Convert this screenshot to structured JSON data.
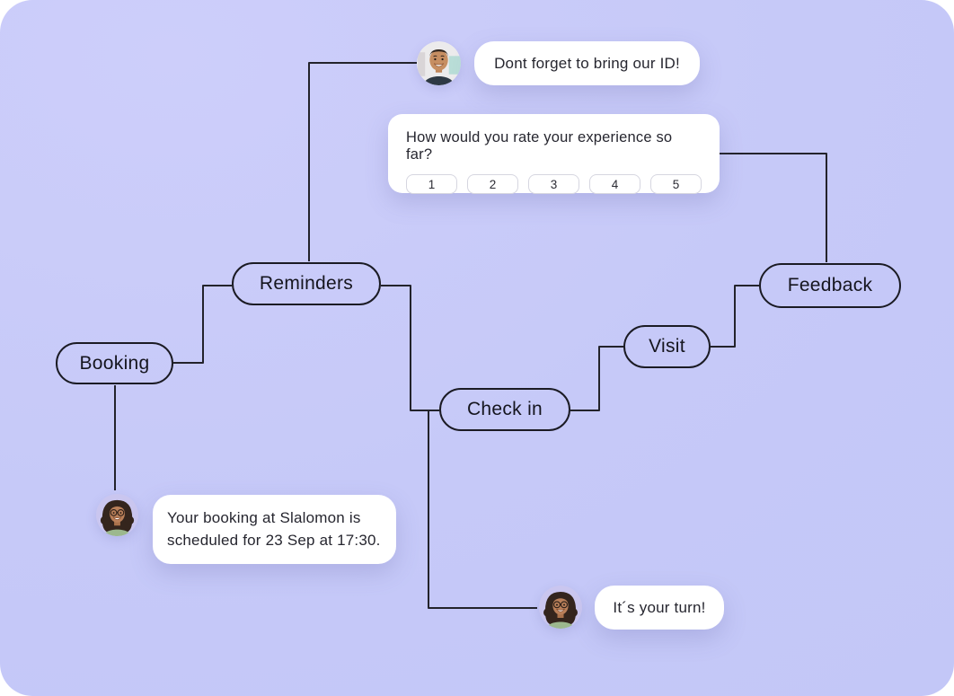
{
  "canvas": {
    "background_color": "#c6c9f8",
    "connector_color": "#23232b",
    "node_border_color": "#1b1b24",
    "bubble_background": "#ffffff",
    "text_color": "#26262f"
  },
  "flow": {
    "booking": {
      "label": "Booking"
    },
    "reminders": {
      "label": "Reminders"
    },
    "check_in": {
      "label": "Check in"
    },
    "visit": {
      "label": "Visit"
    },
    "feedback": {
      "label": "Feedback"
    }
  },
  "messages": {
    "id_reminder": {
      "text": "Dont forget to bring our ID!",
      "avatar": "smiling-man-avatar"
    },
    "booking_confirmation": {
      "text": "Your booking at Slalomon is scheduled for 23 Sep at 17:30.",
      "avatar": "smiling-woman-glasses-avatar"
    },
    "your_turn": {
      "text": "It´s your turn!",
      "avatar": "smiling-woman-glasses-avatar"
    }
  },
  "rating_card": {
    "question": "How would you rate your experience so far?",
    "options": [
      "1",
      "2",
      "3",
      "4",
      "5"
    ]
  }
}
